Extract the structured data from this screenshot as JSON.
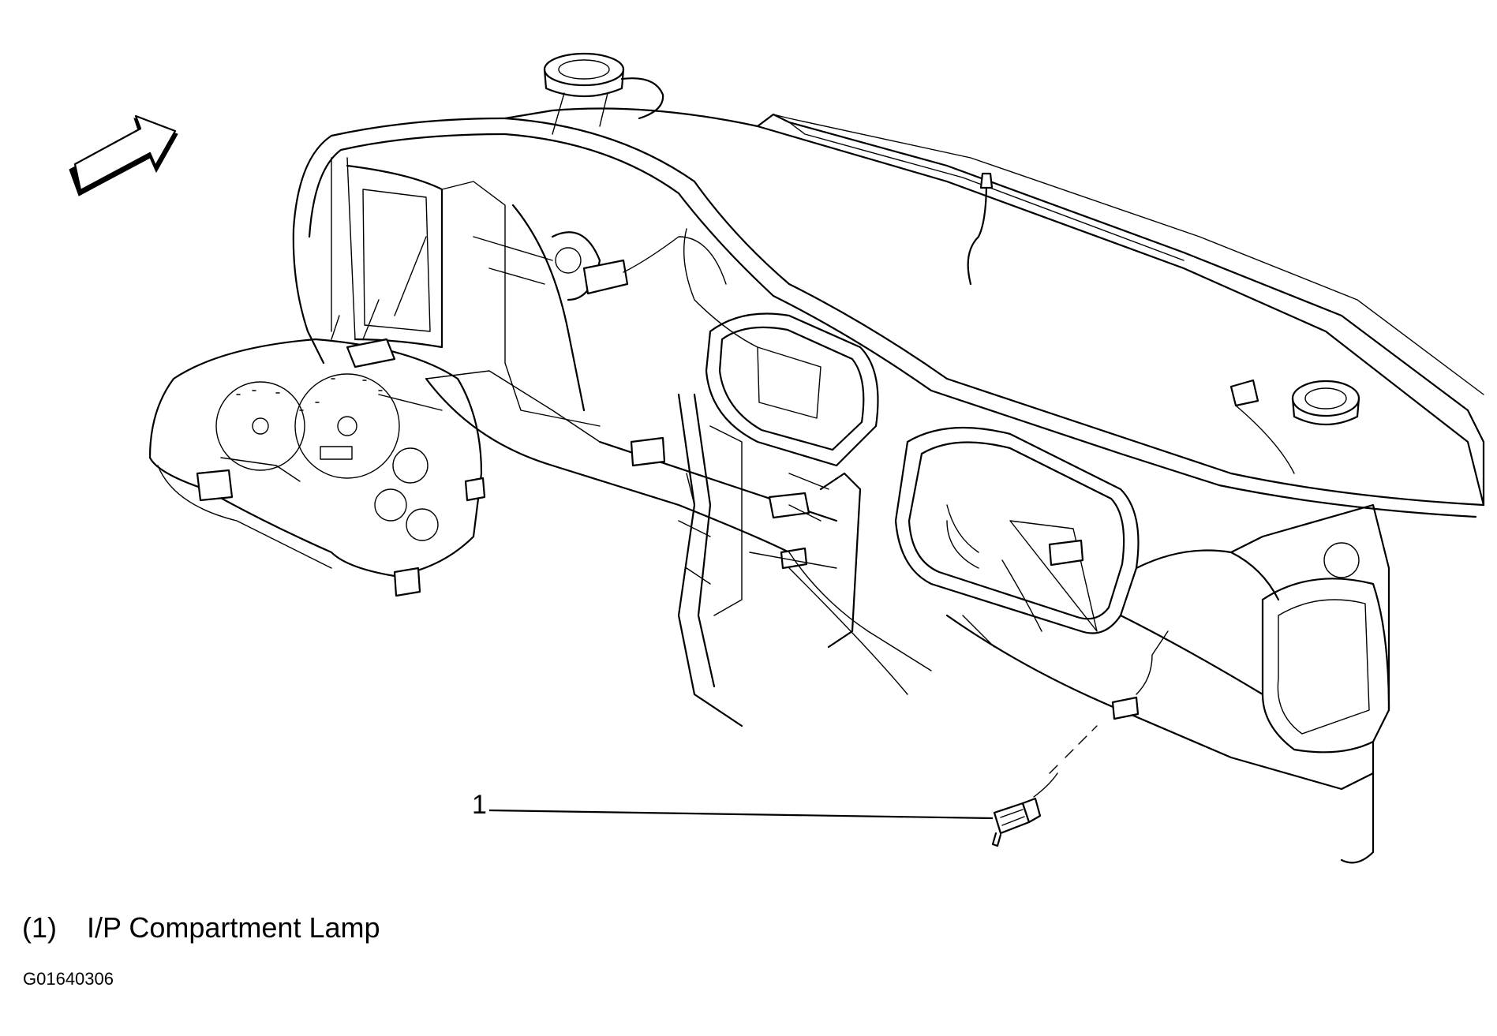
{
  "callout": {
    "number": "1"
  },
  "legend": [
    {
      "number": "(1)",
      "label": "I/P Compartment Lamp"
    }
  ],
  "figure_id": "G01640306"
}
